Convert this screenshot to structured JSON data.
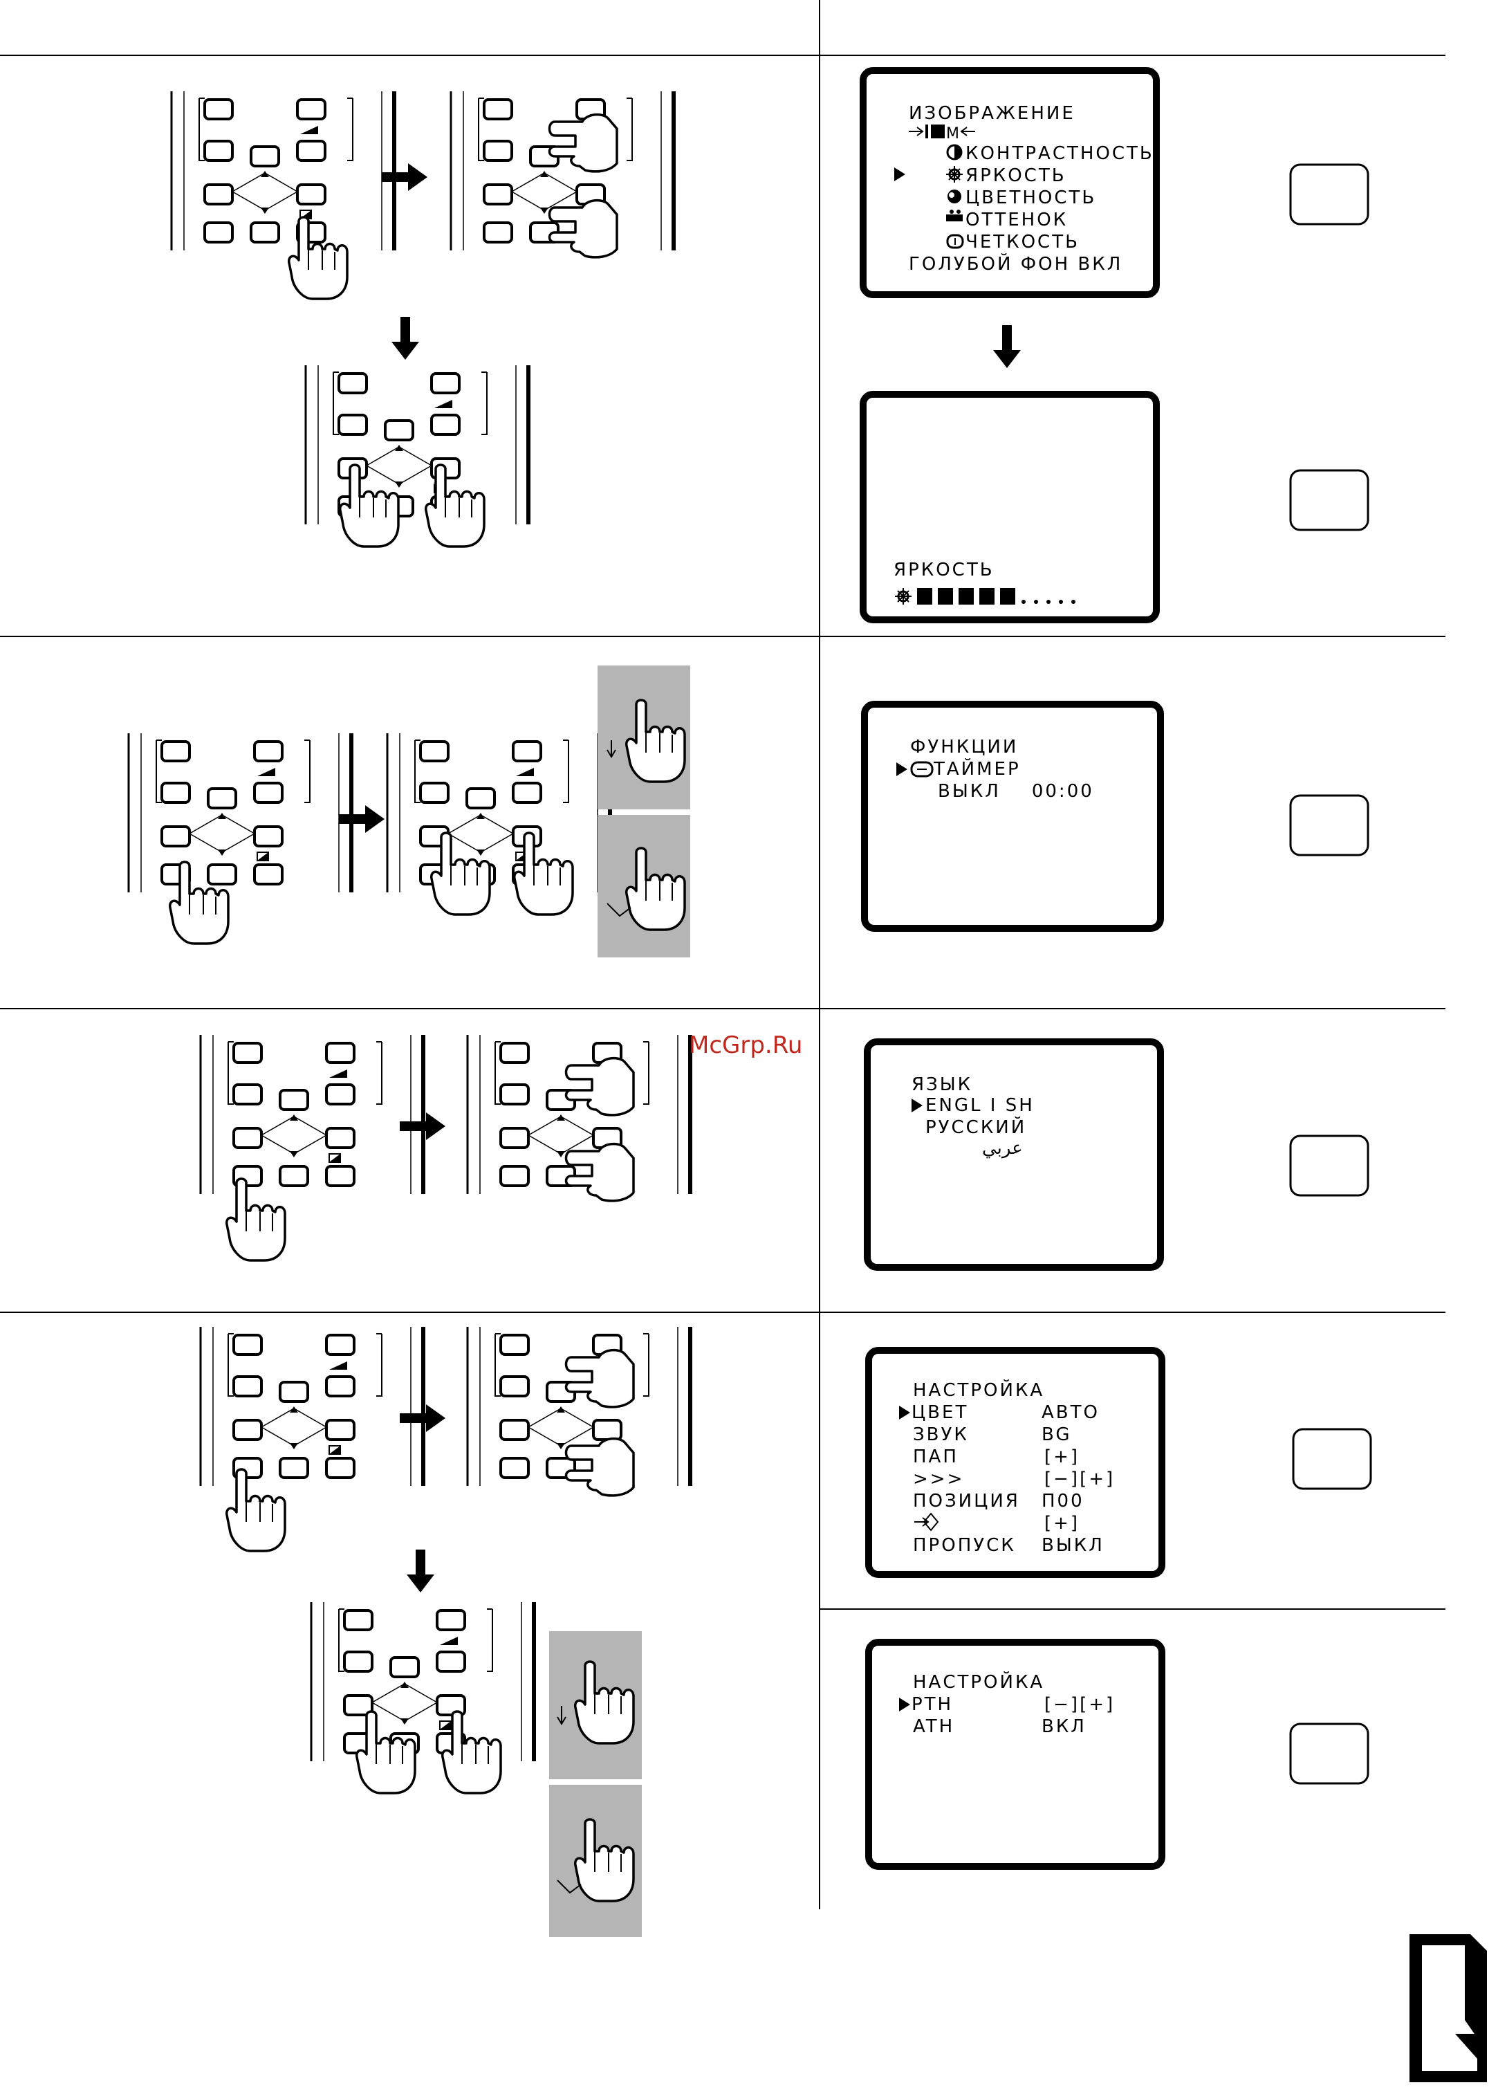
{
  "watermark": "McGrp.Ru",
  "screens": {
    "picture_menu": {
      "title": "ИЗОБРАЖЕНИЕ",
      "items": [
        "КОНТРАСТНОСТЬ",
        "ЯРКОСТЬ",
        "ЦВЕТНОСТЬ",
        "ОТТЕНОК",
        "ЧЕТКОСТЬ"
      ],
      "selected_item": "ЯРКОСТЬ",
      "last_line": "ГОЛУБОЙ ФОН ВКЛ"
    },
    "brightness_bar": {
      "label": "ЯРКОСТЬ",
      "level_filled": 5,
      "level_total": 10
    },
    "functions_menu": {
      "title": "ФУНКЦИИ",
      "item": "ТАЙМЕР",
      "value_line": "ВЫКЛ    00:00"
    },
    "language_menu": {
      "title": "ЯЗЫК",
      "items": [
        "ENGL I SH",
        "РУССКИЙ",
        "عربي"
      ],
      "selected_item": "ENGL I SH"
    },
    "setup_menu": {
      "title": "НАСТРОЙКА",
      "rows": [
        {
          "label": "ЦВЕТ",
          "value": "АВТО"
        },
        {
          "label": "ЗВУК",
          "value": "BG"
        },
        {
          "label": "ПАП",
          "value": "[+]"
        },
        {
          "label": ">>>",
          "value": "[−][+]"
        },
        {
          "label": "ПОЗИЦИЯ",
          "value": "П00"
        },
        {
          "label": "",
          "value": "[+]"
        },
        {
          "label": "ПРОПУСК",
          "value": "ВЫКЛ"
        }
      ]
    },
    "fine_tune_menu": {
      "title": "НАСТРОЙКА",
      "rows": [
        {
          "label": "PTH",
          "value": "[−][+]"
        },
        {
          "label": "ATH",
          "value": "ВКЛ"
        }
      ]
    }
  },
  "remote_labels": {
    "up": "^",
    "down": "v",
    "plus": "+",
    "minus": "−"
  }
}
